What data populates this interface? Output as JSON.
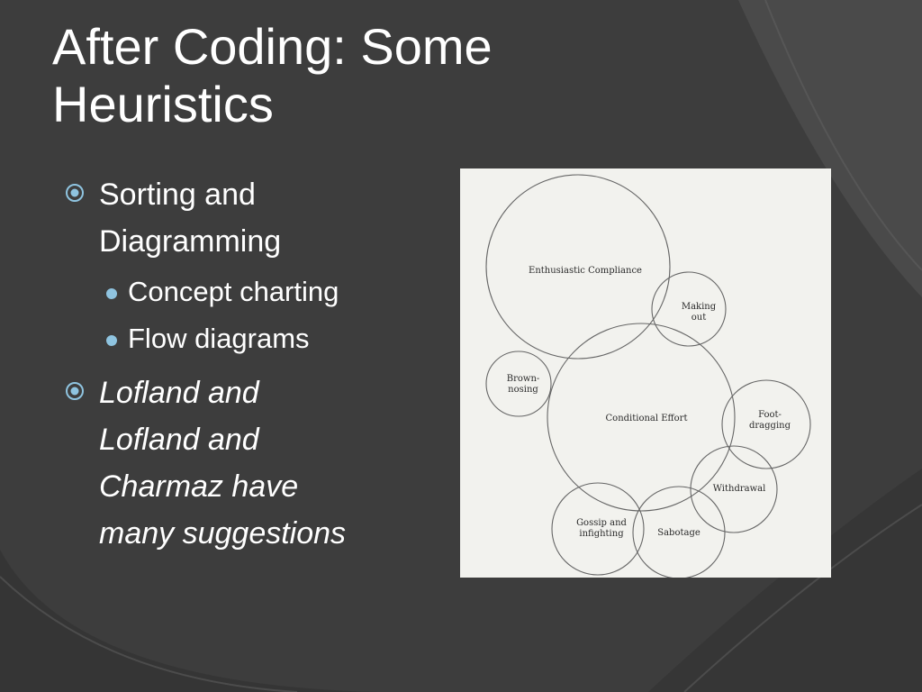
{
  "slide": {
    "title_lines": [
      "After Coding: Some",
      "Heuristics"
    ],
    "bullets": [
      {
        "lines": [
          "Sorting and",
          "Diagramming"
        ],
        "italic": false,
        "subbullets": [
          "Concept charting",
          "Flow diagrams"
        ]
      },
      {
        "lines": [
          "Lofland and",
          "Lofland and",
          "Charmaz have",
          "many suggestions"
        ],
        "italic": true,
        "subbullets": []
      }
    ]
  },
  "figure": {
    "labels": {
      "enthusiastic": "Enthusiastic Compliance",
      "making_out": [
        "Making",
        "out"
      ],
      "brown_nosing": [
        "Brown-",
        "nosing"
      ],
      "conditional": "Conditional Effort",
      "foot_dragging": [
        "Foot-",
        "dragging"
      ],
      "withdrawal": "Withdrawal",
      "gossip": [
        "Gossip and",
        "infighting"
      ],
      "sabotage": "Sabotage"
    }
  },
  "colors": {
    "background": "#3d3d3d",
    "title_text": "#ffffff",
    "bullet_marker": "#8fc4e0",
    "figure_paper": "#f2f2ee"
  }
}
